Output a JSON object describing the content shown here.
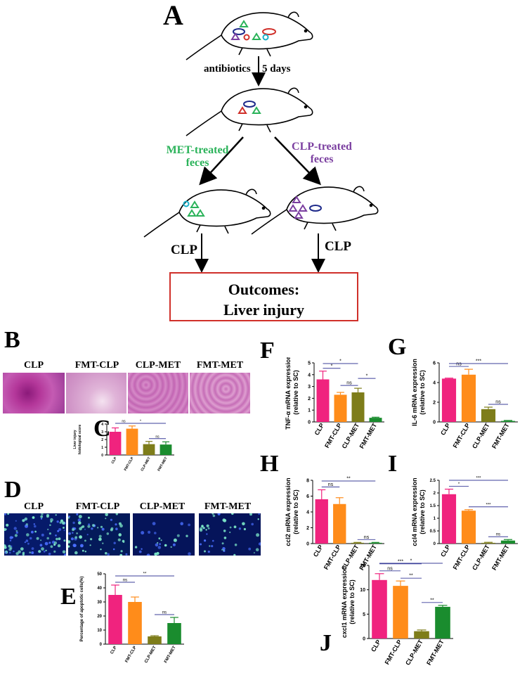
{
  "figure": {
    "panel_a": {
      "letter": "A",
      "antibiotics_label": "antibiotics",
      "days_label": "5 days",
      "met_feces": [
        "MET-treated",
        "feces"
      ],
      "clp_feces": [
        "CLP-treated",
        "feces"
      ],
      "clp_left": "CLP",
      "clp_right": "CLP",
      "outcome_line1": "Outcomes:",
      "outcome_line2": "Liver injury"
    },
    "panel_b": {
      "letter": "B",
      "labels": [
        "CLP",
        "FMT-CLP",
        "CLP-MET",
        "FMT-MET"
      ]
    },
    "panel_d": {
      "letter": "D",
      "labels": [
        "CLP",
        "FMT-CLP",
        "CLP-MET",
        "FMT-MET"
      ]
    },
    "colors": {
      "CLP": "#f0237e",
      "FMT-CLP": "#ff8c1a",
      "CLP-MET": "#7e7d1a",
      "FMT-MET": "#1a8c2e",
      "outcome_border": "#d0302a",
      "sig_line": "#3b3f9a"
    }
  },
  "chart_data": [
    {
      "id": "C",
      "type": "bar",
      "ylabel": [
        "Liver injury",
        "histological score"
      ],
      "categories": [
        "CLP",
        "FMT-CLP",
        "CLP-MET",
        "FMT-MET"
      ],
      "values": [
        3.0,
        3.4,
        1.4,
        1.35
      ],
      "errors": [
        0.5,
        0.35,
        0.35,
        0.35
      ],
      "ylim": [
        0,
        4
      ],
      "yticks": [
        0,
        1,
        2,
        3,
        4
      ],
      "sig": [
        {
          "from": 0,
          "to": 1,
          "label": "ns"
        },
        {
          "from": 0,
          "to": 3,
          "label": "*"
        },
        {
          "from": 2,
          "to": 3,
          "label": "ns"
        }
      ]
    },
    {
      "id": "E",
      "type": "bar",
      "ylabel": [
        "Percentage of apoptotic cells(%)"
      ],
      "categories": [
        "CLP",
        "FMT-CLP",
        "CLP-MET",
        "FMT-MET"
      ],
      "values": [
        35,
        30,
        5.5,
        15
      ],
      "errors": [
        7,
        3.5,
        0.5,
        4
      ],
      "ylim": [
        0,
        50
      ],
      "yticks": [
        0,
        10,
        20,
        30,
        40,
        50
      ],
      "sig": [
        {
          "from": 0,
          "to": 1,
          "label": "ns"
        },
        {
          "from": 0,
          "to": 3,
          "label": "**"
        },
        {
          "from": 2,
          "to": 3,
          "label": "ns"
        }
      ]
    },
    {
      "id": "F",
      "type": "bar",
      "ylabel": [
        "TNF-α  mRNA expression",
        "(relative to SC)"
      ],
      "categories": [
        "CLP",
        "FMT-CLP",
        "CLP-MET",
        "FMT-MET"
      ],
      "values": [
        3.6,
        2.3,
        2.5,
        0.35
      ],
      "errors": [
        0.7,
        0.2,
        0.35,
        0.05
      ],
      "ylim": [
        0,
        5
      ],
      "yticks": [
        0,
        1,
        2,
        3,
        4,
        5
      ],
      "sig": [
        {
          "from": 0,
          "to": 1,
          "label": "*"
        },
        {
          "from": 0,
          "to": 2,
          "label": "*"
        },
        {
          "from": 1,
          "to": 2,
          "label": "ns"
        },
        {
          "from": 2,
          "to": 3,
          "label": "*"
        }
      ]
    },
    {
      "id": "G",
      "type": "bar",
      "ylabel": [
        "IL-6 mRNA expression",
        "(relative to SC)"
      ],
      "categories": [
        "CLP",
        "FMT-CLP",
        "CLP-MET",
        "FMT-MET"
      ],
      "values": [
        4.4,
        4.8,
        1.3,
        0.1
      ],
      "errors": [
        0.05,
        0.55,
        0.2,
        0.05
      ],
      "ylim": [
        0,
        6
      ],
      "yticks": [
        0,
        2,
        4,
        6
      ],
      "sig": [
        {
          "from": 0,
          "to": 1,
          "label": "ns"
        },
        {
          "from": 0,
          "to": 3,
          "label": "***"
        },
        {
          "from": 2,
          "to": 3,
          "label": "ns"
        }
      ]
    },
    {
      "id": "H",
      "type": "bar",
      "ylabel": [
        "ccl2 mRNA expression",
        "(relative to SC)"
      ],
      "categories": [
        "CLP",
        "FMT-CLP",
        "CLP-MET",
        "FMT-MET"
      ],
      "values": [
        5.6,
        5.0,
        0.1,
        0.1
      ],
      "errors": [
        1.2,
        0.8,
        0.05,
        0.05
      ],
      "ylim": [
        0,
        8
      ],
      "yticks": [
        0,
        2,
        4,
        6,
        8
      ],
      "sig": [
        {
          "from": 0,
          "to": 1,
          "label": "ns"
        },
        {
          "from": 0,
          "to": 3,
          "label": "**"
        },
        {
          "from": 2,
          "to": 3,
          "label": "ns"
        }
      ]
    },
    {
      "id": "I",
      "type": "bar",
      "ylabel": [
        "ccl4 mRNA expression",
        "(relative to SC)"
      ],
      "categories": [
        "CLP",
        "FMT-CLP",
        "CLP-MET",
        "FMT-MET"
      ],
      "values": [
        1.95,
        1.3,
        0.03,
        0.12
      ],
      "errors": [
        0.2,
        0.04,
        0.02,
        0.04
      ],
      "ylim": [
        0,
        2.5
      ],
      "yticks": [
        0.0,
        0.5,
        1.0,
        1.5,
        2.0,
        2.5
      ],
      "sig": [
        {
          "from": 0,
          "to": 1,
          "label": "*"
        },
        {
          "from": 0,
          "to": 3,
          "label": "***"
        },
        {
          "from": 1,
          "to": 3,
          "label": "***"
        },
        {
          "from": 2,
          "to": 3,
          "label": "ns"
        }
      ]
    },
    {
      "id": "J",
      "type": "bar",
      "ylabel": [
        "cxcl1 mRNA expression",
        "(relative to SC)"
      ],
      "categories": [
        "CLP",
        "FMT-CLP",
        "CLP-MET",
        "FMT-MET"
      ],
      "values": [
        12,
        10.8,
        1.5,
        6.5
      ],
      "errors": [
        1.3,
        1.0,
        0.25,
        0.3
      ],
      "ylim": [
        0,
        15
      ],
      "yticks": [
        0,
        5,
        10,
        15
      ],
      "sig": [
        {
          "from": 0,
          "to": 1,
          "label": "ns"
        },
        {
          "from": 0,
          "to": 2,
          "label": "***"
        },
        {
          "from": 0,
          "to": 3,
          "label": "*"
        },
        {
          "from": 1,
          "to": 2,
          "label": "**"
        },
        {
          "from": 2,
          "to": 3,
          "label": "**"
        }
      ]
    }
  ]
}
